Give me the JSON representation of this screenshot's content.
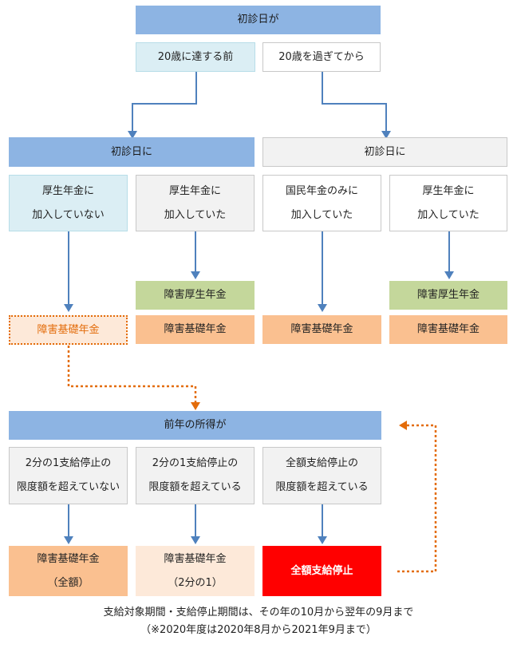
{
  "top": {
    "title": "初診日が"
  },
  "age_split": {
    "before": "20歳に達する前",
    "after": "20歳を過ぎてから"
  },
  "left_section": {
    "header": "初診日に",
    "not_enrolled": {
      "line1": "厚生年金に",
      "line2": "加入していない"
    },
    "enrolled": {
      "line1": "厚生年金に",
      "line2": "加入していた"
    },
    "pension_kosei": "障害厚生年金",
    "pension_kiso": "障害基礎年金",
    "pension_kiso_dotted": "障害基礎年金"
  },
  "right_section": {
    "header": "初診日に",
    "national_only": {
      "line1": "国民年金のみに",
      "line2": "加入していた"
    },
    "enrolled": {
      "line1": "厚生年金に",
      "line2": "加入していた"
    },
    "pension_kiso_national": "障害基礎年金",
    "pension_kosei": "障害厚生年金",
    "pension_kiso": "障害基礎年金"
  },
  "income": {
    "header": "前年の所得が",
    "case1": {
      "line1": "2分の1支給停止の",
      "line2": "限度額を超えていない"
    },
    "case2": {
      "line1": "2分の1支給停止の",
      "line2": "限度額を超えている"
    },
    "case3": {
      "line1": "全額支給停止の",
      "line2": "限度額を超えている"
    },
    "result1": {
      "line1": "障害基礎年金",
      "line2": "（全額）"
    },
    "result2": {
      "line1": "障害基礎年金",
      "line2": "（2分の1）"
    },
    "result3": "全額支給停止"
  },
  "notes": {
    "line1": "支給対象期間・支給停止期間は、その年の10月から翌年の9月まで",
    "line2": "（※2020年度は2020年8月から2021年9月まで）"
  },
  "colors": {
    "arrow_blue": "#4f81bd",
    "arrow_orange": "#e36c0a"
  }
}
